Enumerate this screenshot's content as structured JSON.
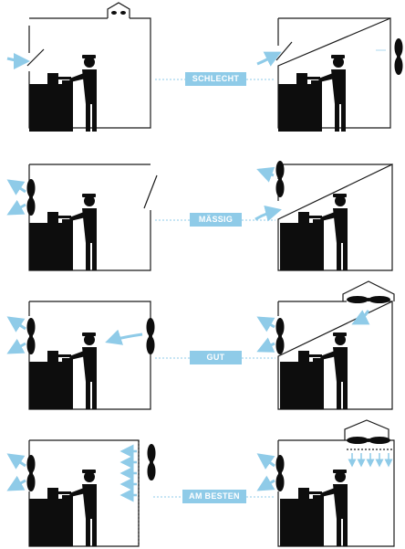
{
  "ratings": {
    "schlecht": "SCHLECHT",
    "maessig": "MÄSSIG",
    "gut": "GUT",
    "am_besten": "AM BESTEN"
  },
  "colors": {
    "wall": "#1a1a1a",
    "silhouette": "#0d0d0d",
    "airflow_arrow": "#8fcbe8",
    "label_background": "#8fcbe8",
    "label_text": "#ffffff",
    "connector": "#8fcbe8"
  },
  "icons": {
    "worker": "worker-silhouette-icon",
    "workbench": "workbench-icon",
    "fan": "fan-icon",
    "vent": "roof-vent-icon",
    "airflow": "airflow-arrow-icon"
  }
}
